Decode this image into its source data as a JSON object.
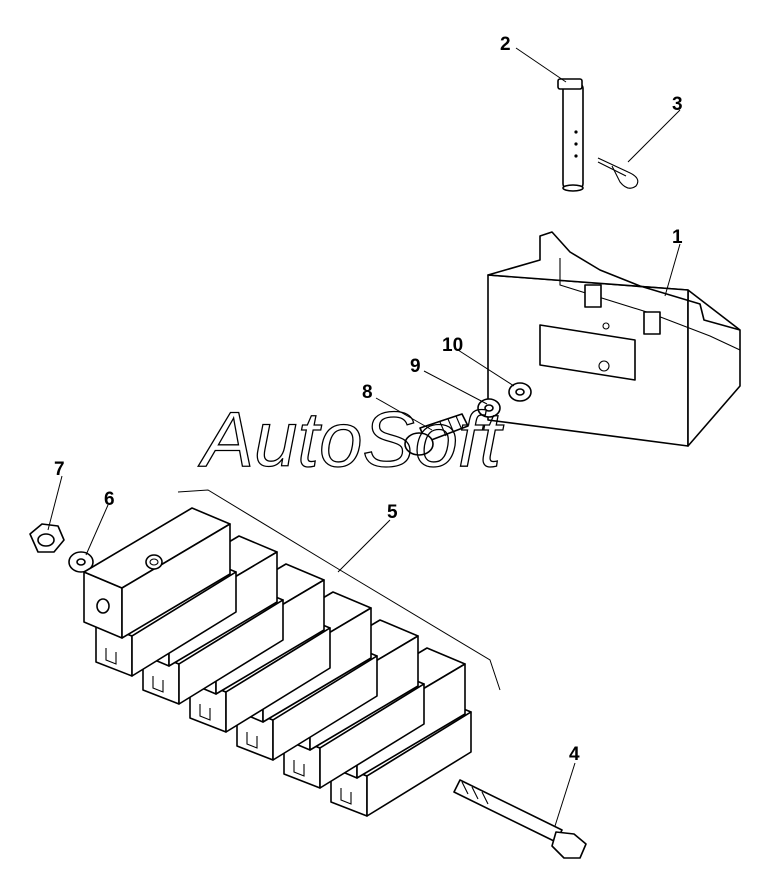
{
  "watermark": {
    "text": "AutoSoft"
  },
  "callouts": [
    {
      "id": "1",
      "label": "1"
    },
    {
      "id": "2",
      "label": "2"
    },
    {
      "id": "3",
      "label": "3"
    },
    {
      "id": "4",
      "label": "4"
    },
    {
      "id": "5",
      "label": "5"
    },
    {
      "id": "6",
      "label": "6"
    },
    {
      "id": "7",
      "label": "7"
    },
    {
      "id": "8",
      "label": "8"
    },
    {
      "id": "9",
      "label": "9"
    },
    {
      "id": "10",
      "label": "10"
    }
  ],
  "colors": {
    "line": "#000000",
    "background": "#ffffff"
  }
}
